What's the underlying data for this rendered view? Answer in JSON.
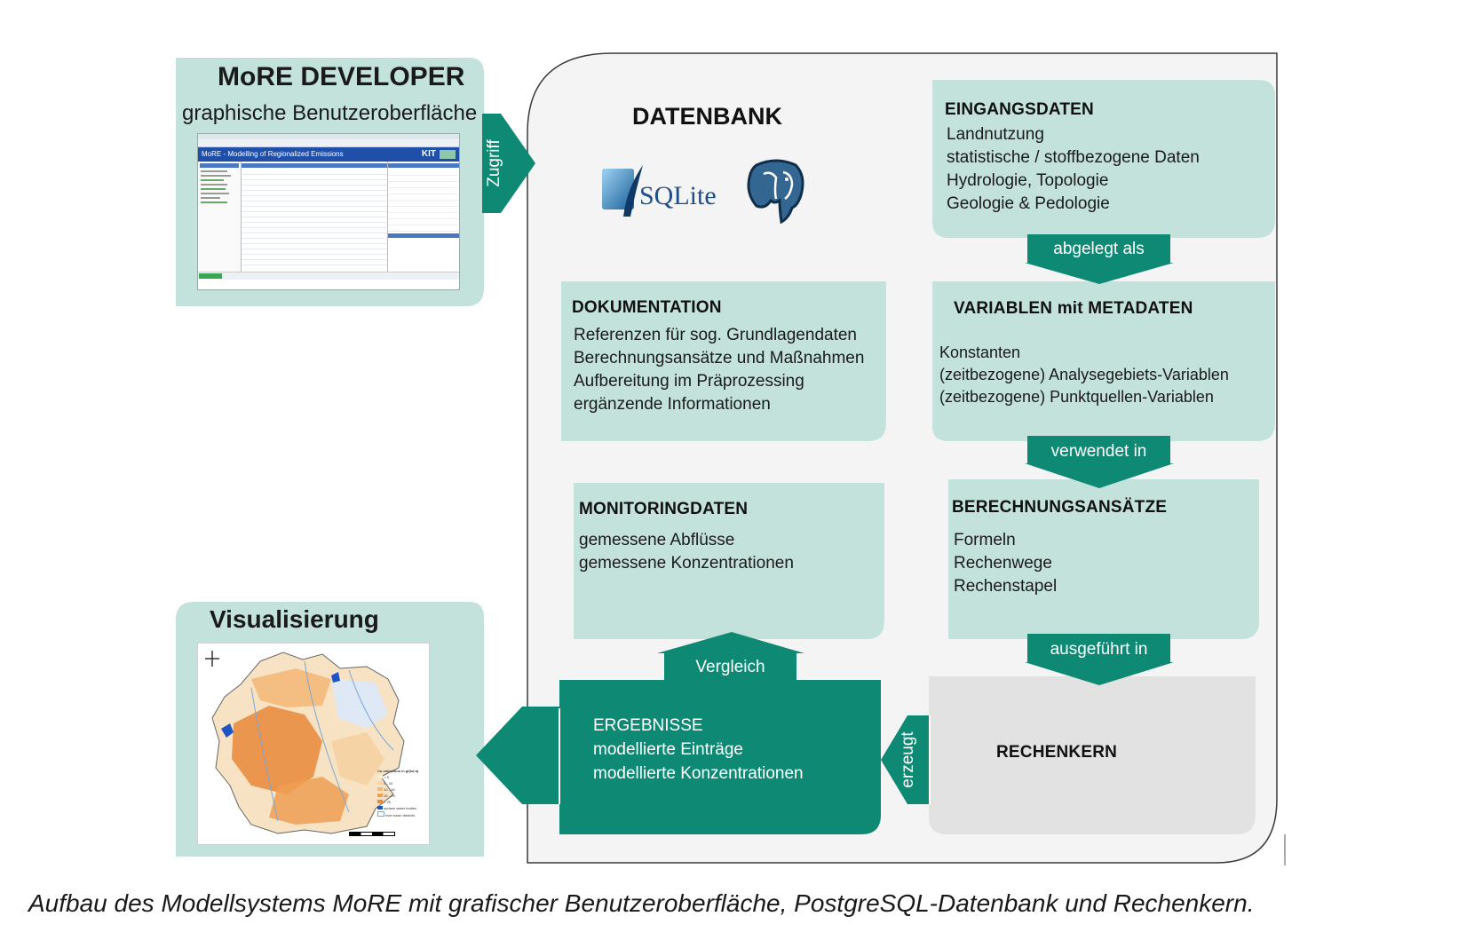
{
  "developer": {
    "title": "MoRE DEVELOPER",
    "subtitle": "graphische Benutzeroberfläche",
    "screenshot_title": "MoRE - Modelling of Regionalized Emissions",
    "screenshot_logo": "KIT"
  },
  "access_arrow": "Zugriff",
  "database": {
    "title": "DATENBANK",
    "sqlite_label": "SQLite"
  },
  "eingangsdaten": {
    "title": "EINGANGSDATEN",
    "lines": [
      "Landnutzung",
      "statistische / stoffbezogene Daten",
      "Hydrologie, Topologie",
      "Geologie & Pedologie"
    ]
  },
  "arrow_abgelegt": "abgelegt als",
  "dokumentation": {
    "title": "DOKUMENTATION",
    "lines": [
      "Referenzen für sog. Grundlagendaten",
      "Berechnungsansätze und Maßnahmen",
      "Aufbereitung im Präprozessing",
      "ergänzende Informationen"
    ]
  },
  "variablen": {
    "title": "VARIABLEN mit METADATEN",
    "lines": [
      "Konstanten",
      "(zeitbezogene) Analysegebiets-Variablen",
      "(zeitbezogene) Punktquellen-Variablen"
    ]
  },
  "arrow_verwendet": "verwendet in",
  "monitoring": {
    "title": "MONITORINGDATEN",
    "lines": [
      "gemessene Abflüsse",
      "gemessene Konzentrationen"
    ]
  },
  "berechnung": {
    "title": "BERECHNUNGSANSÄTZE",
    "lines": [
      "Formeln",
      "Rechenwege",
      "Rechenstapel"
    ]
  },
  "arrow_ausgefuehrt": "ausgeführt in",
  "arrow_vergleich": "Vergleich",
  "ergebnisse": {
    "lines": [
      "ERGEBNISSE",
      "modellierte Einträge",
      "modellierte Konzentrationen"
    ]
  },
  "arrow_erzeugt": "erzeugt",
  "rechenkern": {
    "title": "RECHENKERN"
  },
  "visualisierung": {
    "title": "Visualisierung",
    "legend_title": "Cu emissions in g/(ha·a)",
    "legend_items": [
      "< 5",
      "5 - 10",
      "10 - 15",
      "15 - 20",
      "> 20",
      "surface water bodies",
      "river basin districts"
    ]
  },
  "caption": "Aufbau des Modellsystems MoRE mit grafischer Benutzeroberfläche, PostgreSQL-Datenbank und Rechenkern.",
  "colors": {
    "panel": "#c4e2dc",
    "dark_teal": "#0e8a74",
    "db_background": "#f4f4f4",
    "rechenkern": "#e2e2e2",
    "map_orange": "#e8883a"
  }
}
